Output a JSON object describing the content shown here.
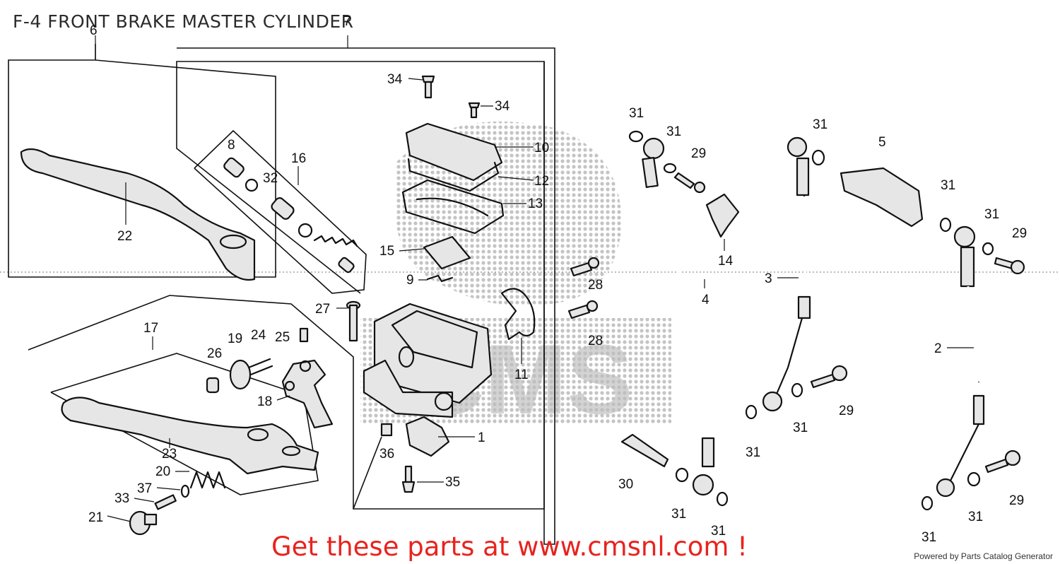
{
  "header": {
    "title": "F-4 FRONT BRAKE MASTER CYLINDER"
  },
  "watermark": {
    "text": "CMS"
  },
  "callouts": [
    {
      "id": "c-6",
      "label": "6"
    },
    {
      "id": "c-7",
      "label": "7"
    },
    {
      "id": "c-34a",
      "label": "34"
    },
    {
      "id": "c-34b",
      "label": "34"
    },
    {
      "id": "c-31a",
      "label": "31"
    },
    {
      "id": "c-31b",
      "label": "31"
    },
    {
      "id": "c-31c",
      "label": "31"
    },
    {
      "id": "c-29a",
      "label": "29"
    },
    {
      "id": "c-5",
      "label": "5"
    },
    {
      "id": "c-10",
      "label": "10"
    },
    {
      "id": "c-12",
      "label": "12"
    },
    {
      "id": "c-13",
      "label": "13"
    },
    {
      "id": "c-8",
      "label": "8"
    },
    {
      "id": "c-16",
      "label": "16"
    },
    {
      "id": "c-32",
      "label": "32"
    },
    {
      "id": "c-22",
      "label": "22"
    },
    {
      "id": "c-15",
      "label": "15"
    },
    {
      "id": "c-9",
      "label": "9"
    },
    {
      "id": "c-14",
      "label": "14"
    },
    {
      "id": "c-31d",
      "label": "31"
    },
    {
      "id": "c-31e",
      "label": "31"
    },
    {
      "id": "c-29b",
      "label": "29"
    },
    {
      "id": "c-28a",
      "label": "28"
    },
    {
      "id": "c-4",
      "label": "4"
    },
    {
      "id": "c-3",
      "label": "3"
    },
    {
      "id": "c-27",
      "label": "27"
    },
    {
      "id": "c-17",
      "label": "17"
    },
    {
      "id": "c-19",
      "label": "19"
    },
    {
      "id": "c-24",
      "label": "24"
    },
    {
      "id": "c-25",
      "label": "25"
    },
    {
      "id": "c-28b",
      "label": "28"
    },
    {
      "id": "c-26",
      "label": "26"
    },
    {
      "id": "c-11",
      "label": "11"
    },
    {
      "id": "c-2",
      "label": "2"
    },
    {
      "id": "c-18",
      "label": "18"
    },
    {
      "id": "c-29c",
      "label": "29"
    },
    {
      "id": "c-31f",
      "label": "31"
    },
    {
      "id": "c-1",
      "label": "1"
    },
    {
      "id": "c-31g",
      "label": "31"
    },
    {
      "id": "c-23",
      "label": "23"
    },
    {
      "id": "c-36",
      "label": "36"
    },
    {
      "id": "c-30",
      "label": "30"
    },
    {
      "id": "c-20",
      "label": "20"
    },
    {
      "id": "c-35",
      "label": "35"
    },
    {
      "id": "c-37",
      "label": "37"
    },
    {
      "id": "c-33",
      "label": "33"
    },
    {
      "id": "c-29d",
      "label": "29"
    },
    {
      "id": "c-31h",
      "label": "31"
    },
    {
      "id": "c-21",
      "label": "21"
    },
    {
      "id": "c-31i",
      "label": "31"
    },
    {
      "id": "c-31j",
      "label": "31"
    },
    {
      "id": "c-31k",
      "label": "31"
    }
  ],
  "footer": {
    "cta": "Get these parts at www.cmsnl.com !",
    "powered": "Powered by Parts Catalog Generator"
  },
  "colors": {
    "cta": "#e8231e",
    "ink": "#111111",
    "watermark": "#bdbdbd"
  }
}
